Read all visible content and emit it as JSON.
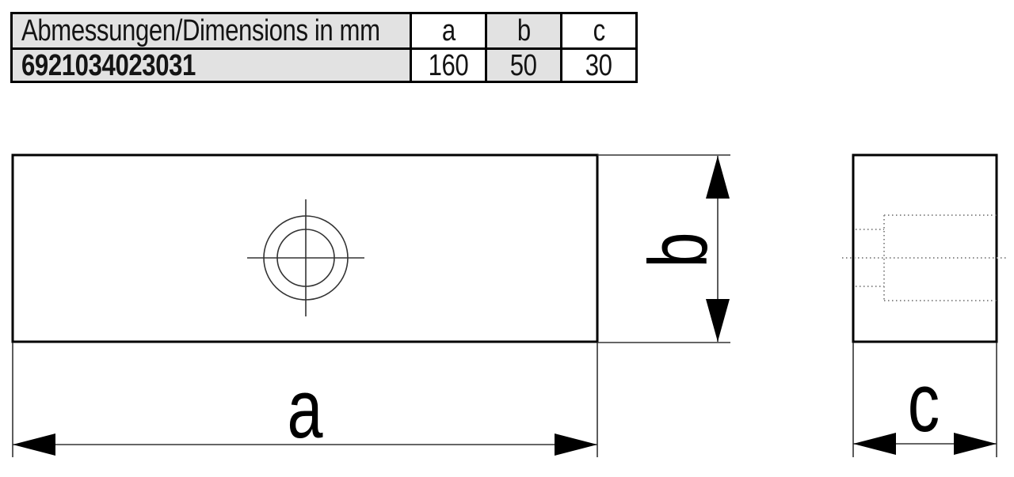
{
  "table": {
    "title_cell": "Abmessungen/Dimensions in mm",
    "article_number": "6921034023031",
    "columns": [
      {
        "label": "a",
        "value": "160"
      },
      {
        "label": "b",
        "value": "50"
      },
      {
        "label": "c",
        "value": "30"
      }
    ]
  },
  "drawing": {
    "front_view": {
      "width_label": "a",
      "height_label": "b"
    },
    "side_view": {
      "depth_label": "c"
    }
  },
  "colors": {
    "shaded_cell": "#e2e2e2",
    "outline_lines": "#000000",
    "thin_lines": "#333333",
    "hidden_lines": "#8c8c8c",
    "background": "#ffffff"
  }
}
